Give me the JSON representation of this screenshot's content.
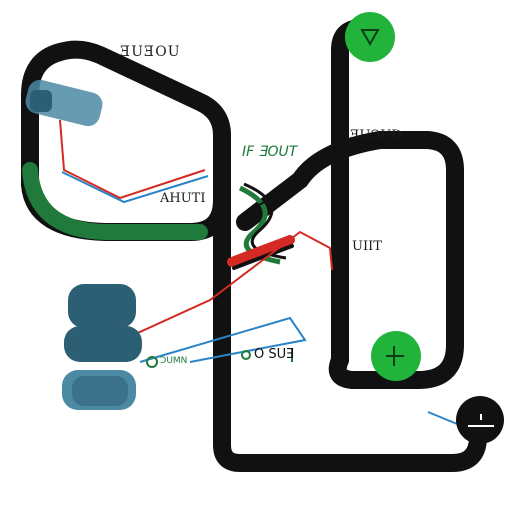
{
  "diagram": {
    "labels": {
      "top_left": "ƎUƎOU",
      "middle_left": "AHUTI",
      "center": "IF ƎOUT",
      "right_top": "ƎUƆUD",
      "right_mid": "UIIT",
      "bottom_small": "ƆUMN",
      "bottom_mid": "O SUƎ"
    },
    "colors": {
      "track": "#111111",
      "node_green": "#22b33a",
      "node_dark": "#111111",
      "pill_teal": "#2d5f74",
      "pill_teal_light": "#4c8aa3",
      "accent_green": "#1f7a3b",
      "line_red": "#d42a24",
      "line_blue": "#2a84c8"
    },
    "icons": [
      "diamond-icon",
      "cross-icon",
      "node-icon"
    ]
  }
}
